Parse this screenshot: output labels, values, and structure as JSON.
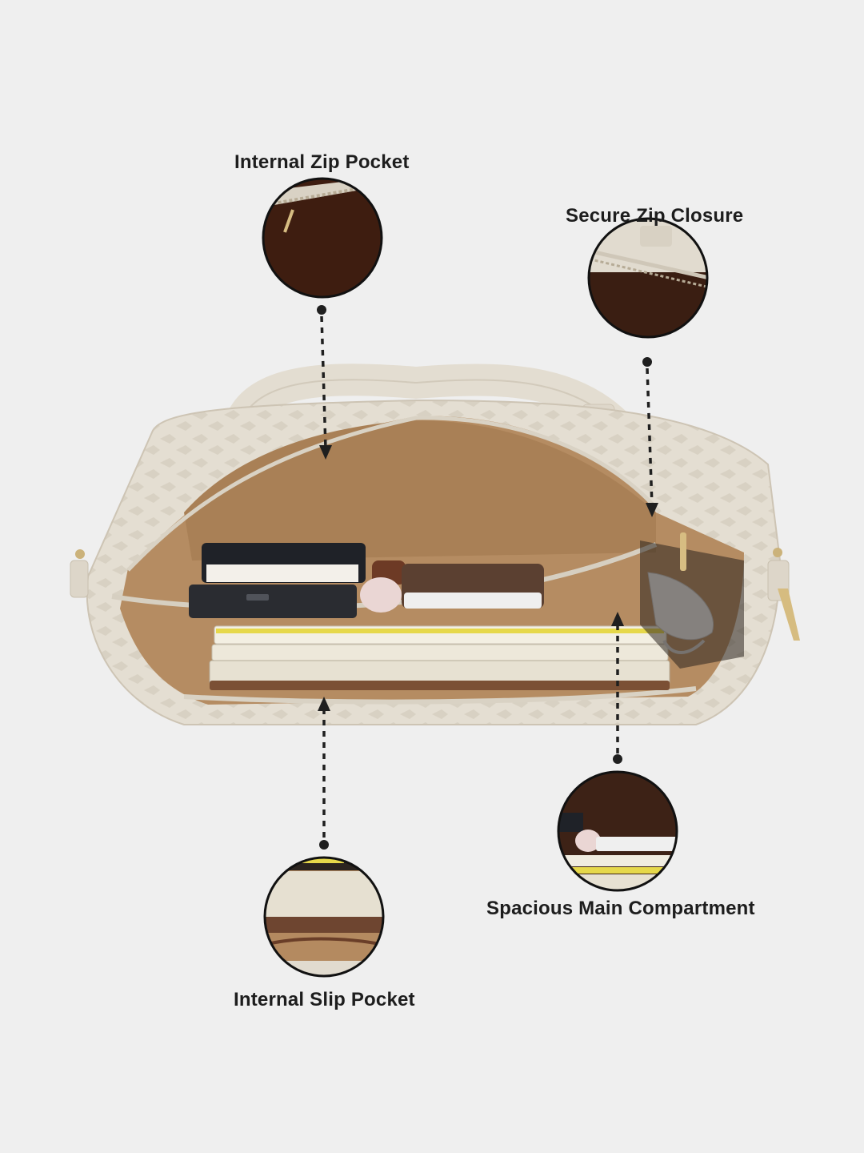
{
  "callouts": {
    "internal_zip_pocket": "Internal Zip Pocket",
    "secure_zip_closure": "Secure Zip Closure",
    "spacious_main_compartment": "Spacious Main Compartment",
    "internal_slip_pocket": "Internal Slip Pocket"
  },
  "colors": {
    "background": "#efefef",
    "bag_exterior": "#e3ddd1",
    "bag_lining": "#b68e66",
    "callout_border": "#111111",
    "label_text": "#1d1d1d"
  },
  "icons": {
    "zip-pocket": "zip-pocket-closeup",
    "zip-closure": "zip-closure-closeup",
    "main-compartment": "main-compartment-closeup",
    "slip-pocket": "slip-pocket-closeup"
  }
}
